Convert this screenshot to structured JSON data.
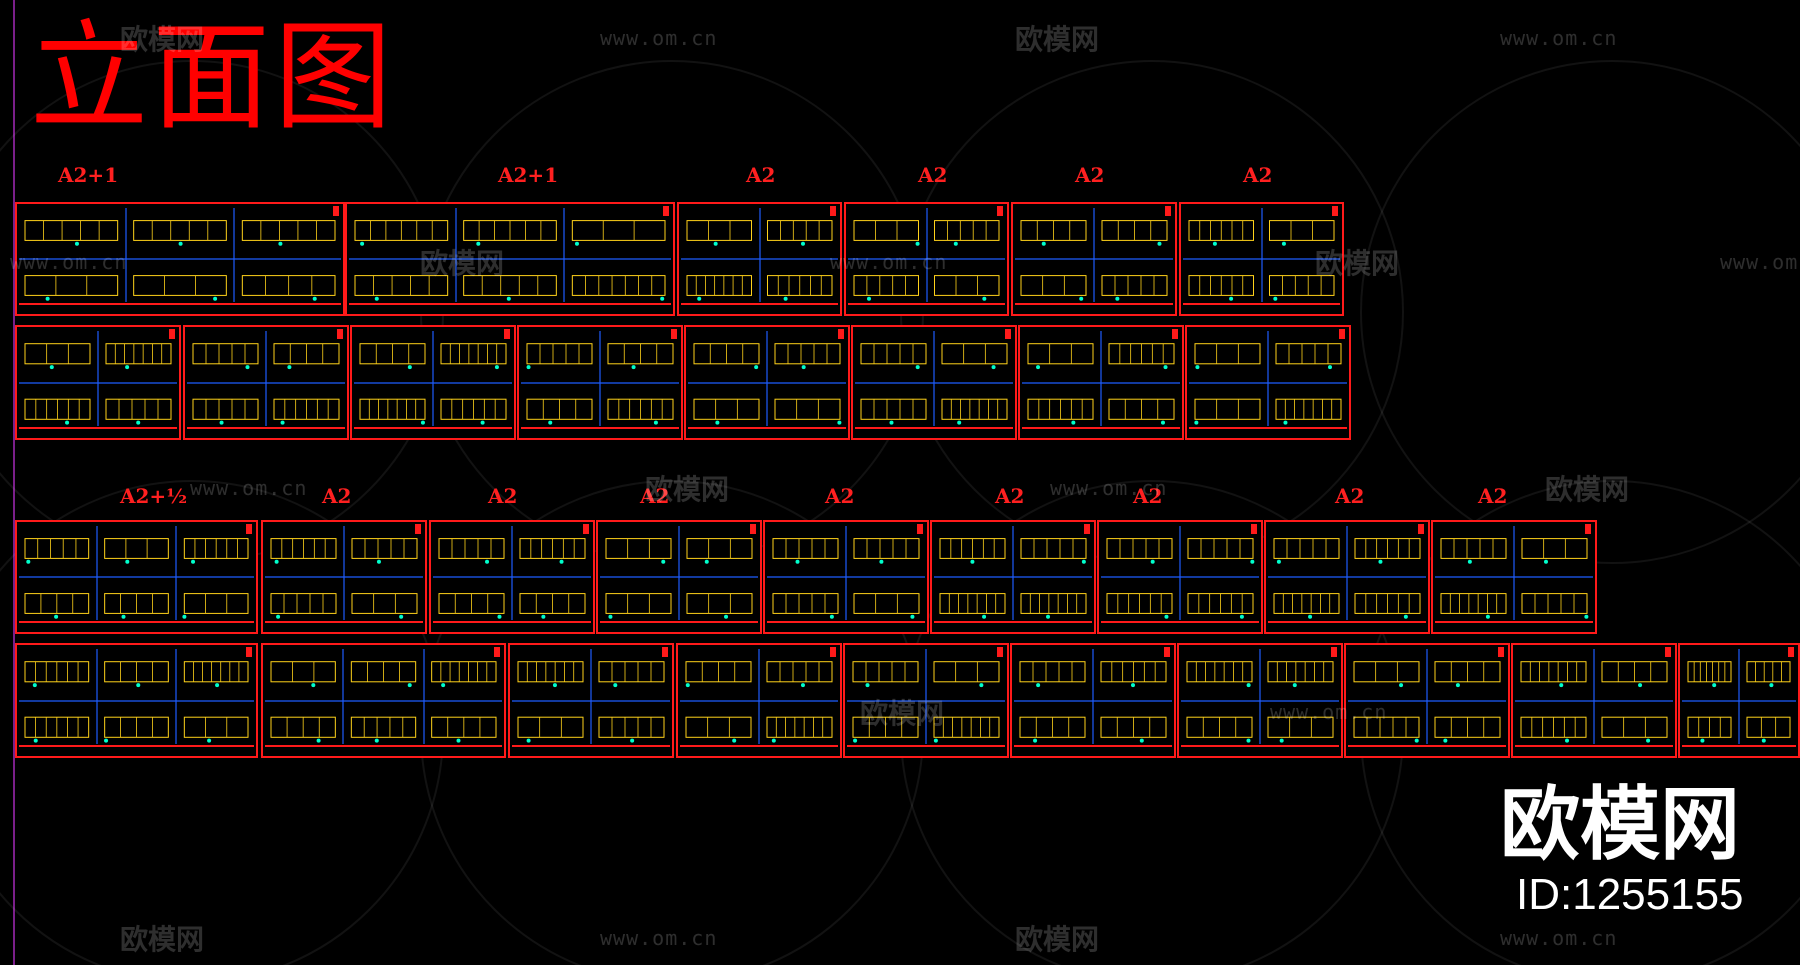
{
  "title": "立面图",
  "watermark_brand": "欧模网",
  "watermark_url": "www.om.cn",
  "logo_text": "欧模网",
  "id_text": "ID:1255155",
  "colors": {
    "background": "#000000",
    "frame": "#ff1a1a",
    "grid": "#1e5cff",
    "lines": "#ffd21a",
    "accent": "#00ffcc"
  },
  "row_labels": {
    "top": [
      "A2+1",
      "A2+1",
      "A2",
      "A2",
      "A2",
      "A2"
    ],
    "bottom": [
      "A2+½",
      "A2",
      "A2",
      "A2",
      "A2",
      "A2",
      "A2",
      "A2",
      "A2"
    ]
  }
}
